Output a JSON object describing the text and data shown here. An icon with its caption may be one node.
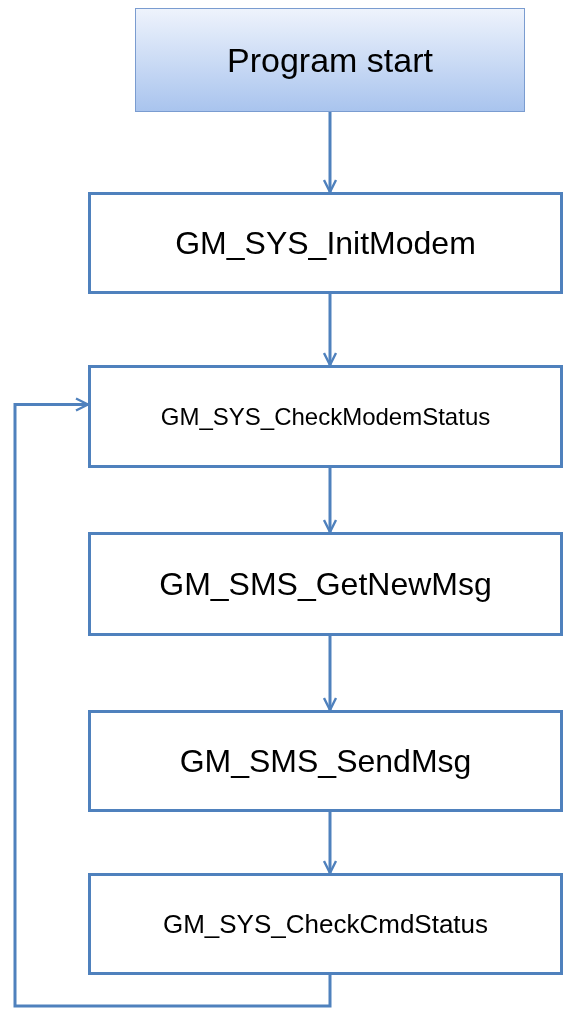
{
  "diagram": {
    "nodes": [
      {
        "text": [
          "Program start"
        ]
      },
      {
        "text": [
          "GM_SYS_InitModem"
        ]
      },
      {
        "text": [
          "GM_SYS_CheckModemStatus"
        ]
      },
      {
        "text": [
          "GM_SMS_GetNewMsg"
        ]
      },
      {
        "text": [
          "GM_SMS_SendMsg"
        ]
      },
      {
        "text": [
          "GM_SYS_CheckCmdStatus"
        ]
      }
    ],
    "edges": [
      {
        "from": 0,
        "to": 1,
        "arrow": "to"
      },
      {
        "from": 1,
        "to": 2,
        "arrow": "to"
      },
      {
        "from": 2,
        "to": 3,
        "arrow": "to"
      },
      {
        "from": 3,
        "to": 4,
        "arrow": "to"
      },
      {
        "from": 4,
        "to": 5,
        "arrow": "to"
      },
      {
        "from": 5,
        "to": 2,
        "arrow": "to"
      }
    ]
  }
}
